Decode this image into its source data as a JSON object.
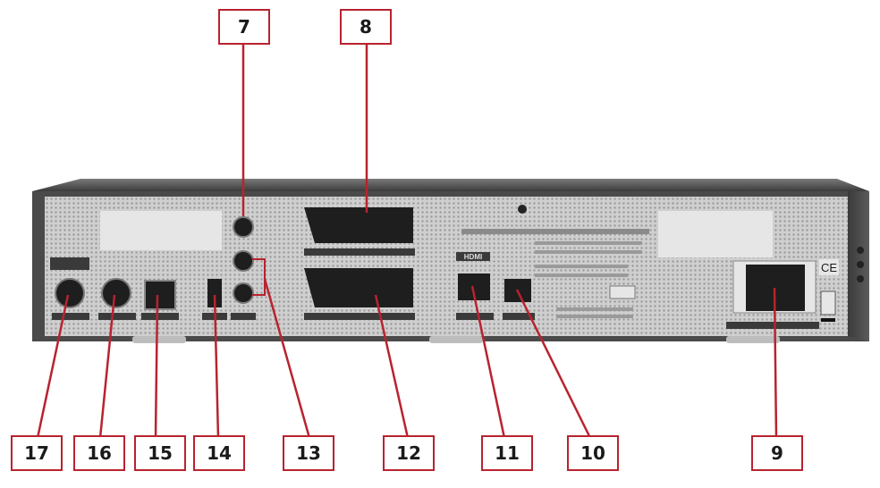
{
  "colors": {
    "callout_border": "#b8232f",
    "leader": "#b8232f",
    "chassis_dark": "#4a4a4a",
    "panel": "#d9d9d9",
    "label_text": "#1a1a1a"
  },
  "callouts": [
    {
      "id": "c7",
      "number": "7"
    },
    {
      "id": "c8",
      "number": "8"
    },
    {
      "id": "c17",
      "number": "17"
    },
    {
      "id": "c16",
      "number": "16"
    },
    {
      "id": "c15",
      "number": "15"
    },
    {
      "id": "c14",
      "number": "14"
    },
    {
      "id": "c13",
      "number": "13"
    },
    {
      "id": "c12",
      "number": "12"
    },
    {
      "id": "c11",
      "number": "11"
    },
    {
      "id": "c10",
      "number": "10"
    },
    {
      "id": "c9",
      "number": "9"
    }
  ],
  "device": {
    "hdmi_logo": "HDMI",
    "ce_mark": "CE"
  }
}
